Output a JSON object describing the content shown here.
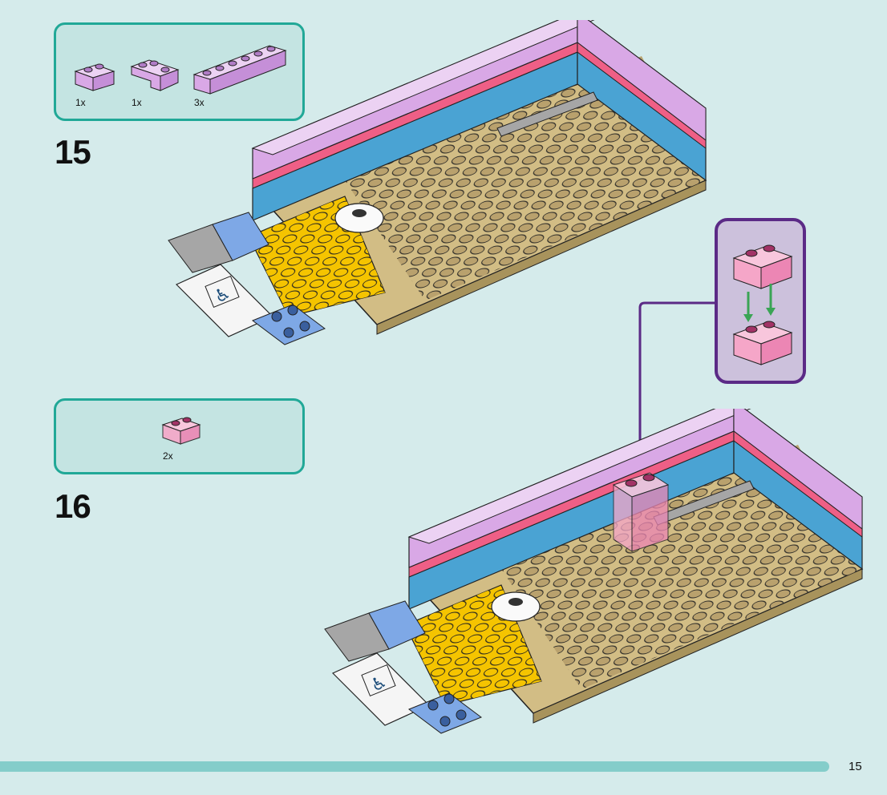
{
  "page_number": "15",
  "steps": [
    {
      "number": "15",
      "parts": [
        {
          "icon": "lavender-1x2-brick-icon",
          "quantity": "1x",
          "color": "#d9a8e6"
        },
        {
          "icon": "lavender-corner-brick-icon",
          "quantity": "1x",
          "color": "#d9a8e6"
        },
        {
          "icon": "lavender-1x6-brick-icon",
          "quantity": "3x",
          "color": "#d9a8e6"
        }
      ]
    },
    {
      "number": "16",
      "parts": [
        {
          "icon": "transparent-pink-1x2-brick-icon",
          "quantity": "2x",
          "color": "#f5a6c8"
        }
      ],
      "callout": {
        "icon": "stack-two-transparent-pink-bricks-icon",
        "arrow_color": "#3aa455"
      }
    }
  ],
  "colors": {
    "background": "#d5ebeb",
    "parts_box_border": "#21a897",
    "callout_border": "#5b2a86",
    "bottom_bar": "#84cdca"
  }
}
